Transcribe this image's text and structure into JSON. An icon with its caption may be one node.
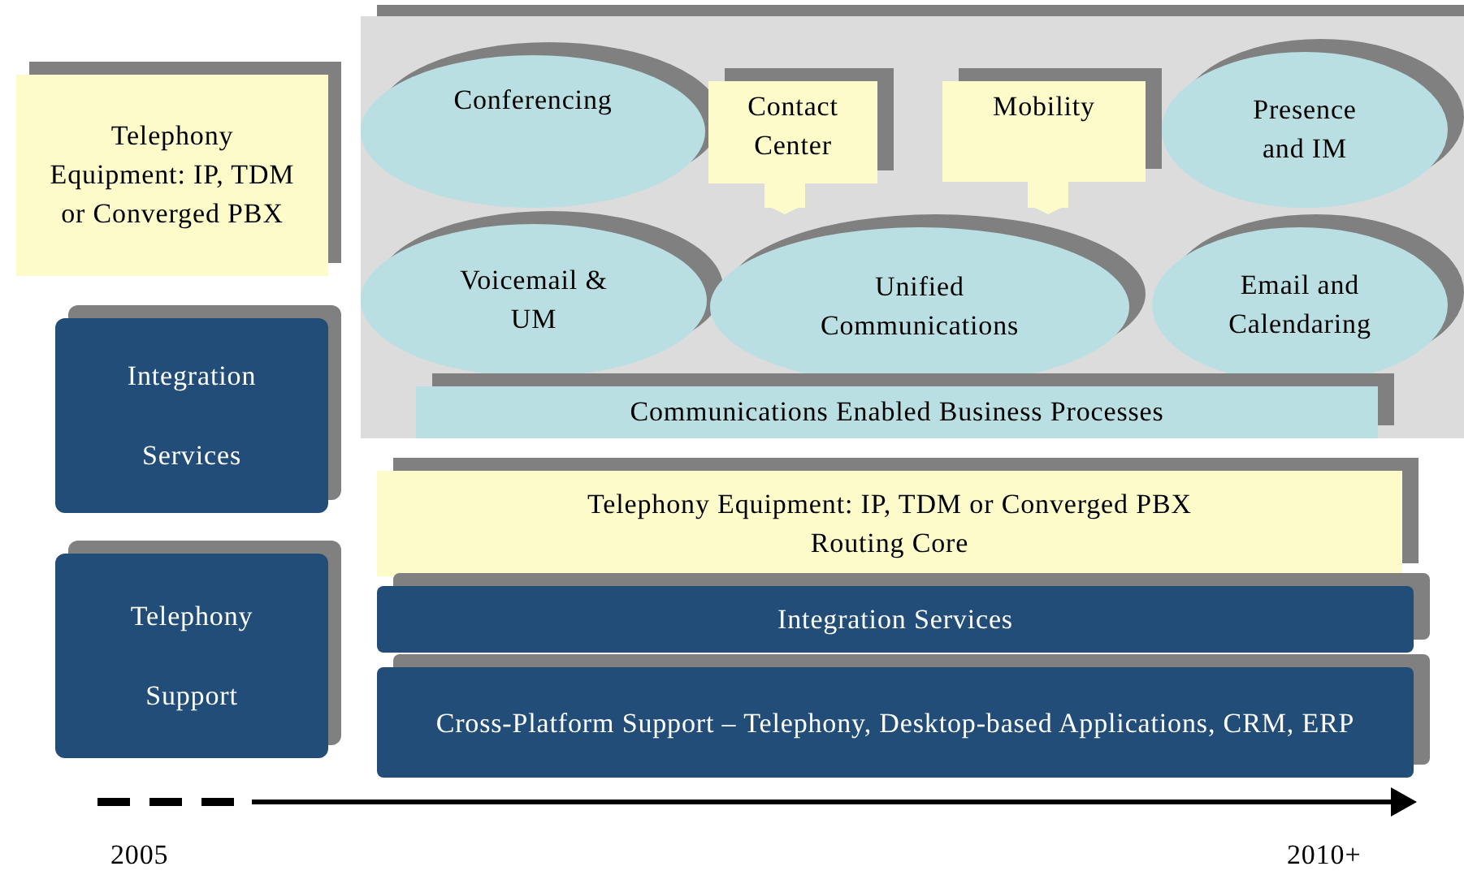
{
  "diagram": {
    "nodes": [
      {
        "text": [
          "Telephony Equipment: IP, TDM or Converged PBX"
        ]
      },
      {
        "text": [
          "Integration Services"
        ]
      },
      {
        "text": [
          "Telephony Support"
        ]
      },
      {
        "text": [],
        "shape": "box"
      },
      {
        "text": [
          "Conferencing"
        ],
        "in": 3
      },
      {
        "text": [
          "Contact Center"
        ],
        "in": 3
      },
      {
        "text": [
          "Mobility"
        ],
        "in": 3
      },
      {
        "text": [
          "Presence and IM"
        ],
        "in": 3
      },
      {
        "text": [
          "Voicemail & UM"
        ],
        "in": 3
      },
      {
        "text": [
          "Unified Communications"
        ],
        "in": 3
      },
      {
        "text": [
          "Email and Calendaring"
        ],
        "in": 3
      },
      {
        "text": [
          "Communications Enabled Business Processes"
        ],
        "in": 3
      },
      {
        "text": [
          "Telephony Equipment: IP, TDM or Converged PBX Routing Core"
        ]
      },
      {
        "text": [
          "Integration Services"
        ]
      },
      {
        "text": [
          "Cross-Platform Support – Telephony, Desktop-based Applications, CRM, ERP"
        ]
      }
    ],
    "edges": [
      {
        "from": 5,
        "to": 9,
        "arrow": "to"
      },
      {
        "from": 6,
        "to": 9,
        "arrow": "to"
      }
    ],
    "labels": [
      "2005",
      "2010+"
    ]
  }
}
